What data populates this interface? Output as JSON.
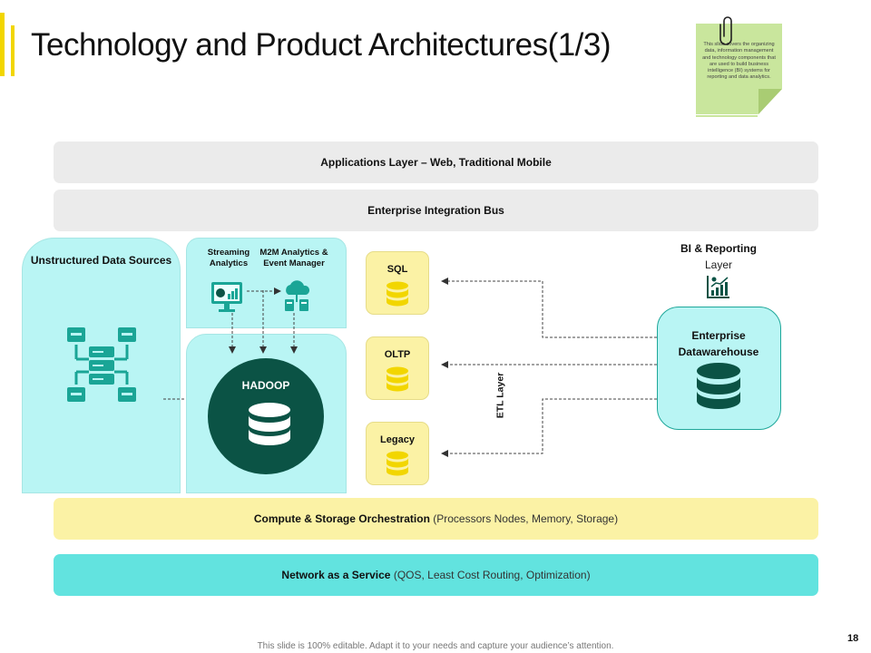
{
  "title": "Technology and Product Architectures(1/3)",
  "note": {
    "text": "This slide covers the organizing data, information management and technology components that are used to build business intelligence (BI) systems for reporting and data analytics."
  },
  "layers": {
    "applications": "Applications Layer – Web, Traditional Mobile",
    "integration_bus": "Enterprise Integration Bus",
    "compute_bold": "Compute & Storage Orchestration",
    "compute_light": " (Processors Nodes, Memory, Storage)",
    "network_bold": "Network as a Service",
    "network_light": " (QOS, Least Cost Routing, Optimization)"
  },
  "panels": {
    "unstructured": "Unstructured Data Sources",
    "streaming": "Streaming Analytics",
    "m2m": "M2M Analytics & Event Manager",
    "hadoop": "HADOOP"
  },
  "databases": {
    "sql": "SQL",
    "oltp": "OLTP",
    "legacy": "Legacy"
  },
  "bi": {
    "title": "BI & Reporting",
    "subtitle": "Layer"
  },
  "warehouse": "Enterprise Datawarehouse",
  "etl": "ETL Layer",
  "footer": "This slide is 100% editable. Adapt it to your needs and capture your audience’s attention.",
  "page_number": "18",
  "colors": {
    "accent_yellow": "#f2d600",
    "teal_light": "#b9f5f4",
    "teal_band": "#62e3df",
    "yellow_light": "#fbf2a5",
    "dark_green": "#0b5345",
    "icon_teal": "#1aa596",
    "db_yellow": "#f2d600",
    "gray_band": "#ebebeb"
  },
  "icons": [
    "paperclip-icon",
    "network-server-icon",
    "analytics-monitor-icon",
    "cloud-event-icon",
    "database-icon",
    "bar-chart-icon"
  ]
}
